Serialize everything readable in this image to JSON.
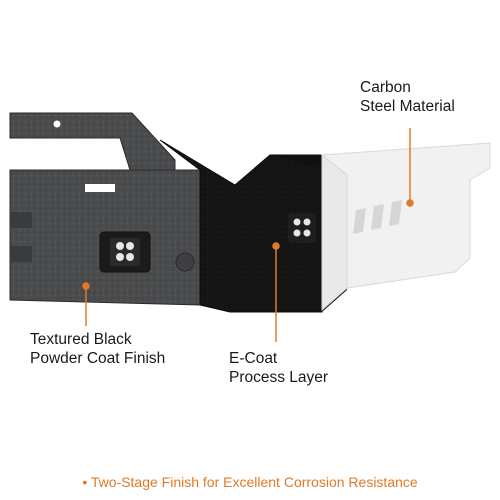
{
  "callouts": {
    "carbon": [
      "Carbon",
      "Steel Material"
    ],
    "textured": [
      "Textured Black",
      "Powder Coat Finish"
    ],
    "ecoat": [
      "E-Coat",
      "Process Layer"
    ]
  },
  "footer": "• Two-Stage Finish for Excellent Corrosion Resistance",
  "colors": {
    "accent": "#e07a2a",
    "textured_finish": "#4a4b4d",
    "ecoat_layer": "#121212",
    "raw_steel": "#f1f1f1"
  },
  "icons": [
    "led-work-light-icon",
    "led-work-light-icon",
    "callout-dot-icon"
  ]
}
